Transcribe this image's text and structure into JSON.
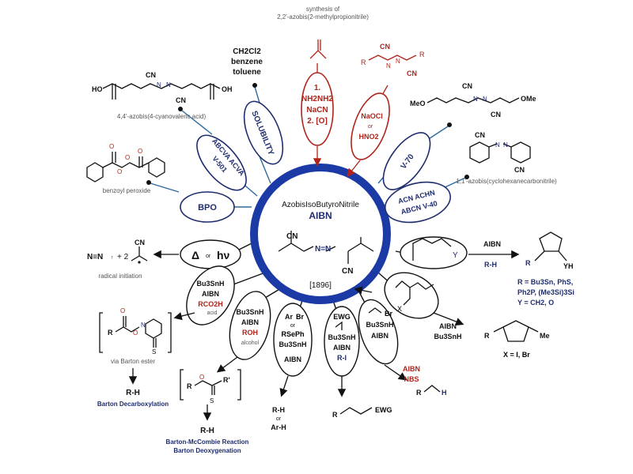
{
  "hub": {
    "title_line1": "AzobisIsoButyroNitrile",
    "title_line2": "AIBN",
    "year": "[1896]",
    "cn_top": "CN",
    "cn_bottom": "CN",
    "azo": "N=N"
  },
  "top_synthesis": {
    "caption_line1": "synthesis of",
    "caption_line2": "2,2'-azobis(2-methylpropionitrile)",
    "step1": "1.",
    "reagent1": "NH2NH2",
    "reagent2": "NaCN",
    "step2": "2. [O]",
    "hydrazo_cn1": "CN",
    "hydrazo_cn2": "CN",
    "hydrazo_r1": "R",
    "hydrazo_r2": "R",
    "hydrazo_nh1": "N",
    "hydrazo_nh2": "N",
    "oxidant1": "NaOCl",
    "oxidant_or": "or",
    "oxidant2": "HNO2"
  },
  "solubility": {
    "label": "SOLUBILITY",
    "solvent1": "CH2Cl2",
    "solvent2": "benzene",
    "solvent3": "toluene"
  },
  "abcva": {
    "label1": "ABCVA ACVA",
    "label2": "V-501",
    "caption": "4,4'-azobis(4-cyanovaleric acid)",
    "ho": "HO",
    "oh": "OH",
    "cn1": "CN",
    "cn2": "CN",
    "n1": "N",
    "n2": "N"
  },
  "bpo": {
    "label": "BPO",
    "caption": "benzoyl peroxide",
    "o1": "O",
    "o2": "O",
    "o3": "O",
    "o4": "O"
  },
  "radical": {
    "delta": "Δ",
    "or": "or",
    "hv": "hν",
    "product": "N≡N",
    "plus": "+ 2",
    "cn": "CN",
    "caption": "radical initiation"
  },
  "v70": {
    "label": "V-70",
    "meo": "MeO",
    "ome": "OMe",
    "cn1": "CN",
    "cn2": "CN",
    "n1": "N",
    "n2": "N"
  },
  "achn": {
    "label1": "ACN ACHN",
    "label2": "ABCN V-40",
    "caption": "1,1'-azobis(cyclohexanecarbonitrile)",
    "cn1": "CN",
    "cn2": "CN",
    "n1": "N",
    "n2": "N"
  },
  "cyclization": {
    "oval_y": "Y",
    "reagent1": "AIBN",
    "reagent2": "R-H",
    "prod_r": "R",
    "prod_yh": "YH",
    "def1": "R = Bu3Sn, PhS,",
    "def2": "Ph2P, (Me3Si)3Si",
    "def3": "Y = CH2, O"
  },
  "cyclopentane": {
    "oval_x": "X",
    "reagent1": "AIBN",
    "reagent2": "Bu3SnH",
    "prod_r": "R",
    "prod_me": "Me",
    "def": "X = I, Br"
  },
  "allylation": {
    "br": "Br",
    "reagent1": "Bu3SnH",
    "reagent2": "AIBN",
    "nbs1": "AIBN",
    "nbs2": "NBS",
    "prod_r": "R",
    "prod_h": "H"
  },
  "giese": {
    "ewg": "EWG",
    "reagent1": "Bu3SnH",
    "reagent2": "AIBN",
    "reagent3": "R-I",
    "prod_r": "R",
    "prod_ewg": "EWG"
  },
  "dehalo": {
    "ar": "Ar",
    "br": "Br",
    "or": "or",
    "rseph": "RSePh",
    "reagent1": "Bu3SnH",
    "reagent2": "AIBN",
    "prod1": "R-H",
    "prod_or": "or",
    "prod2": "Ar-H"
  },
  "bartonmc": {
    "reagent1": "Bu3SnH",
    "reagent2": "AIBN",
    "reagent3": "ROH",
    "caption_alcohol": "alcohol",
    "r": "R",
    "o": "O",
    "r2": "R'",
    "s": "S",
    "prod": "R-H",
    "name1": "Barton-McCombie Reaction",
    "name2": "Barton Deoxygenation"
  },
  "bartondecarb": {
    "reagent1": "Bu3SnH",
    "reagent2": "AIBN",
    "reagent3": "RCO2H",
    "caption_acid": "acid",
    "r": "R",
    "o1": "O",
    "o2": "O",
    "n": "N",
    "s": "S",
    "caption": "via Barton ester",
    "prod": "R-H",
    "name": "Barton Decarboxylation"
  },
  "colors": {
    "navy": "#1f2d6e",
    "ring": "#1c3aa6",
    "red": "#b0241a",
    "magenta": "#b0108a",
    "green": "#1d7a2a",
    "purple": "#6a1a8a",
    "olive": "#8a6a00"
  }
}
